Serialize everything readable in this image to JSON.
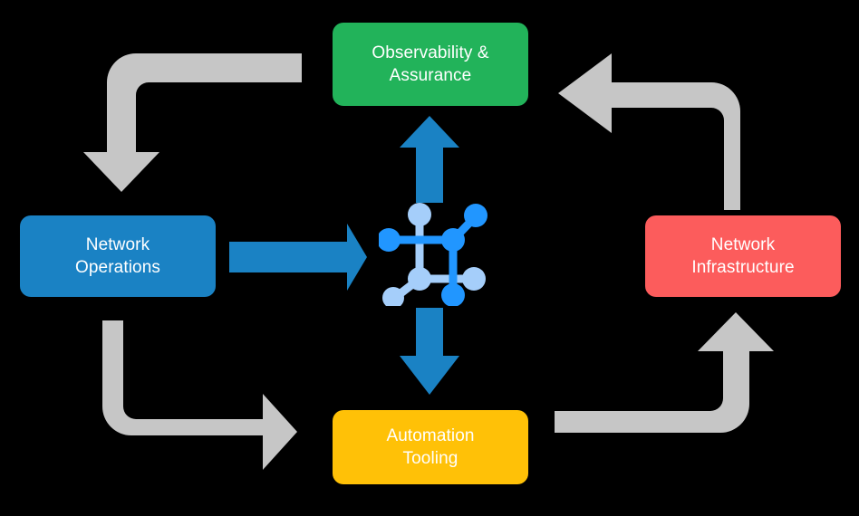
{
  "diagram": {
    "title": "Network automation lifecycle cycle diagram",
    "background_color": "#000000",
    "center_icon": {
      "name": "network-topology-icon",
      "node_color_primary": "#2196ff",
      "node_color_secondary": "#a5cefa"
    },
    "nodes": [
      {
        "id": "observability",
        "label": "Observability &\nAssurance",
        "line1": "Observability &",
        "line2": "Assurance",
        "color": "#22b35a",
        "position": "top"
      },
      {
        "id": "operations",
        "label": "Network\nOperations",
        "line1": "Network",
        "line2": "Operations",
        "color": "#1a82c4",
        "position": "left"
      },
      {
        "id": "infrastructure",
        "label": "Network\nInfrastructure",
        "line1": "Network",
        "line2": "Infrastructure",
        "color": "#fc5c5c",
        "position": "right"
      },
      {
        "id": "automation",
        "label": "Automation\nTooling",
        "line1": "Automation",
        "line2": "Tooling",
        "color": "#ffc107",
        "position": "bottom"
      }
    ],
    "blue_arrows": [
      {
        "id": "operations-to-center",
        "direction": "right",
        "color": "#1a82c4"
      },
      {
        "id": "center-to-observability",
        "direction": "up",
        "color": "#1a82c4"
      },
      {
        "id": "center-to-automation",
        "direction": "down",
        "color": "#1a82c4"
      }
    ],
    "gray_arrows": [
      {
        "id": "observability-to-operations",
        "direction": "left-then-down",
        "color": "#c6c6c6"
      },
      {
        "id": "infrastructure-to-observability",
        "direction": "up-then-left",
        "color": "#c6c6c6"
      },
      {
        "id": "operations-to-automation",
        "direction": "down-then-right",
        "color": "#c6c6c6"
      },
      {
        "id": "automation-to-infrastructure",
        "direction": "right-then-up",
        "color": "#c6c6c6"
      }
    ]
  }
}
